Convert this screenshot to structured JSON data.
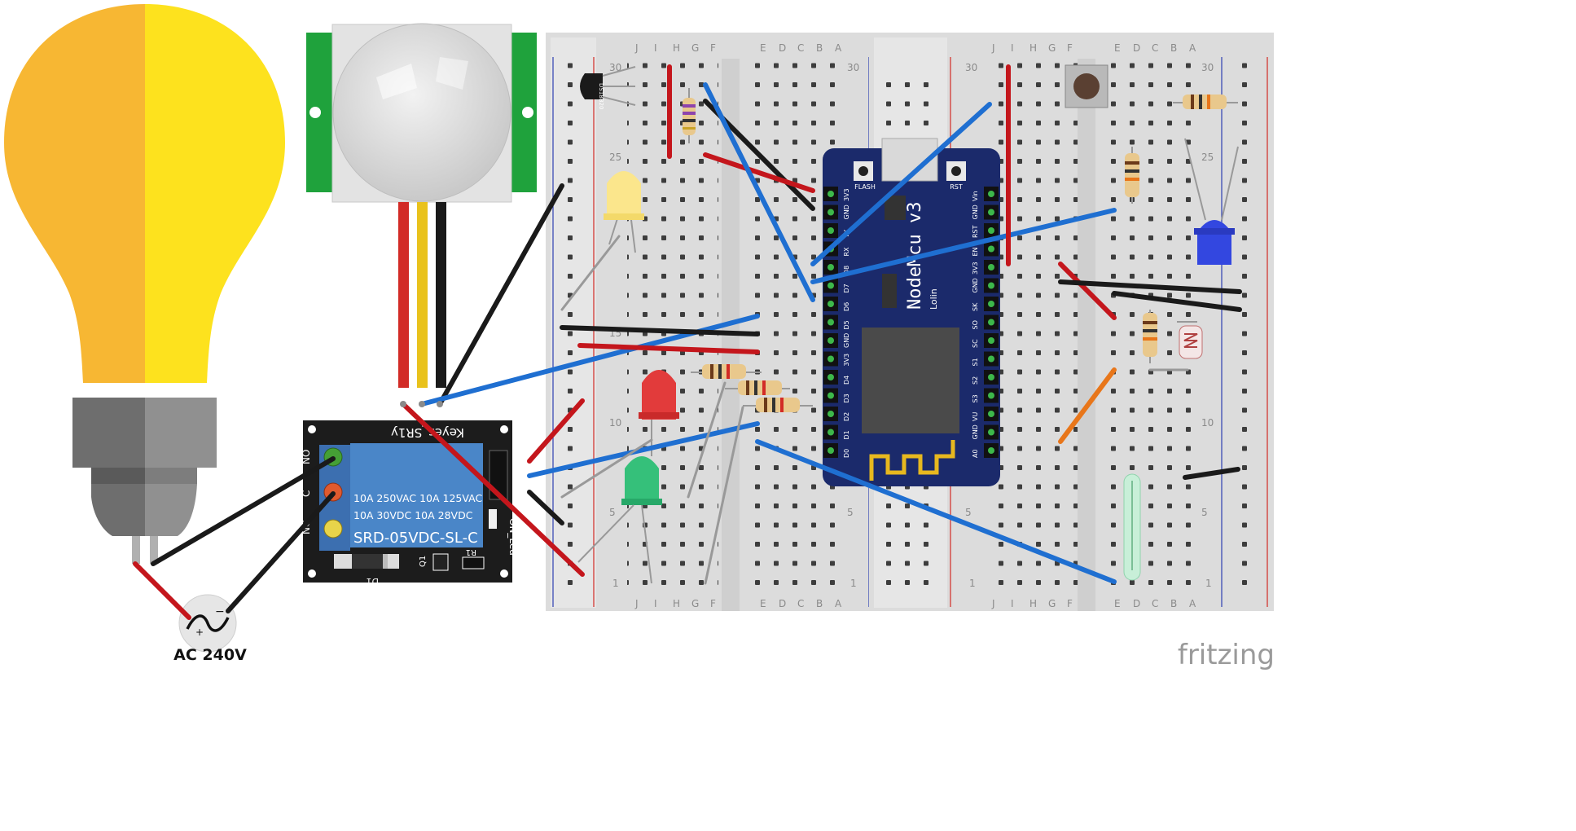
{
  "source_label": "AC 240V",
  "brand": "fritzing",
  "relay": {
    "top_label": "Keyes_SR1y",
    "spec_line1": "10A 250VAC  10A 125VAC",
    "spec_line2": "10A  30VDC  10A  28VDC",
    "model": "SRD-05VDC-SL-C",
    "pin_no": "NO",
    "pin_c": "C",
    "pin_nc": "NC",
    "on_led": "ON_Led",
    "q1": "Q1",
    "r1": "R1",
    "d1": "D1"
  },
  "nodemcu": {
    "name": "NodeMcu v3",
    "vendor": "Lolin",
    "flash": "FLASH",
    "rst": "RST",
    "left_pins": [
      "3V3",
      "GND",
      "TX",
      "RX",
      "D8",
      "D7",
      "D6",
      "D5",
      "GND",
      "3V3",
      "D4",
      "D3",
      "D2",
      "D1",
      "D0"
    ],
    "right_pins": [
      "Vin",
      "GND",
      "RST",
      "EN",
      "3V3",
      "GND",
      "SK",
      "SO",
      "SC",
      "S1",
      "S2",
      "S3",
      "VU",
      "GND",
      "A0"
    ]
  },
  "sensor_label": "DS18B20",
  "breadboard": {
    "rows_left": [
      "J",
      "I",
      "H",
      "G",
      "F"
    ],
    "rows_right": [
      "E",
      "D",
      "C",
      "B",
      "A"
    ],
    "row_numbers": [
      "30",
      "25",
      "15",
      "10",
      "5",
      "1"
    ]
  },
  "colors": {
    "bulb_left": "#f7b733",
    "bulb_right": "#fde21e",
    "wire_red": "#c4161c",
    "wire_black": "#1a1a1a",
    "wire_blue": "#1f6fd1",
    "wire_orange": "#e8761a",
    "relay_blue": "#4a86c8",
    "board_navy": "#1b2a6b"
  }
}
